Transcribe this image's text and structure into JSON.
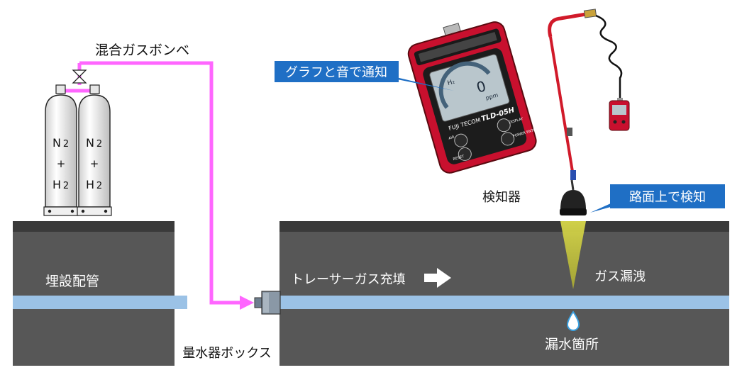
{
  "labels": {
    "cylinder": "混合ガスボンベ",
    "notify": "グラフと音で通知",
    "detector": "検知器",
    "surface_detect": "路面上で検知",
    "buried_pipe": "埋設配管",
    "tracer_fill": "トレーサーガス充填",
    "gas_leak": "ガス漏洩",
    "leak_point": "漏水箇所",
    "meter_box": "量水器ボックス"
  },
  "cylinder_text": {
    "n": "N",
    "two": "2",
    "plus": "+",
    "h": "H",
    "two_b": "2"
  },
  "device_text": {
    "brand": "FUJI TECOM",
    "model": "TLD-05H",
    "unit": "ppm",
    "gas": "H₂",
    "reading": "0",
    "btn_air": "AIR",
    "btn_display": "DISPLAY",
    "btn_reset": "RESET",
    "btn_power": "POWER ENTER"
  },
  "colors": {
    "pink_pipe": "#ff66ff",
    "callout_blue": "#1f6fc5",
    "ground_dark": "#575757",
    "ground_top": "#3a3a3a",
    "water_pipe": "#9bc2e6",
    "device_red": "#c8102e",
    "gas_plume": "#c8c83a",
    "drop": "#3aa0e0"
  }
}
